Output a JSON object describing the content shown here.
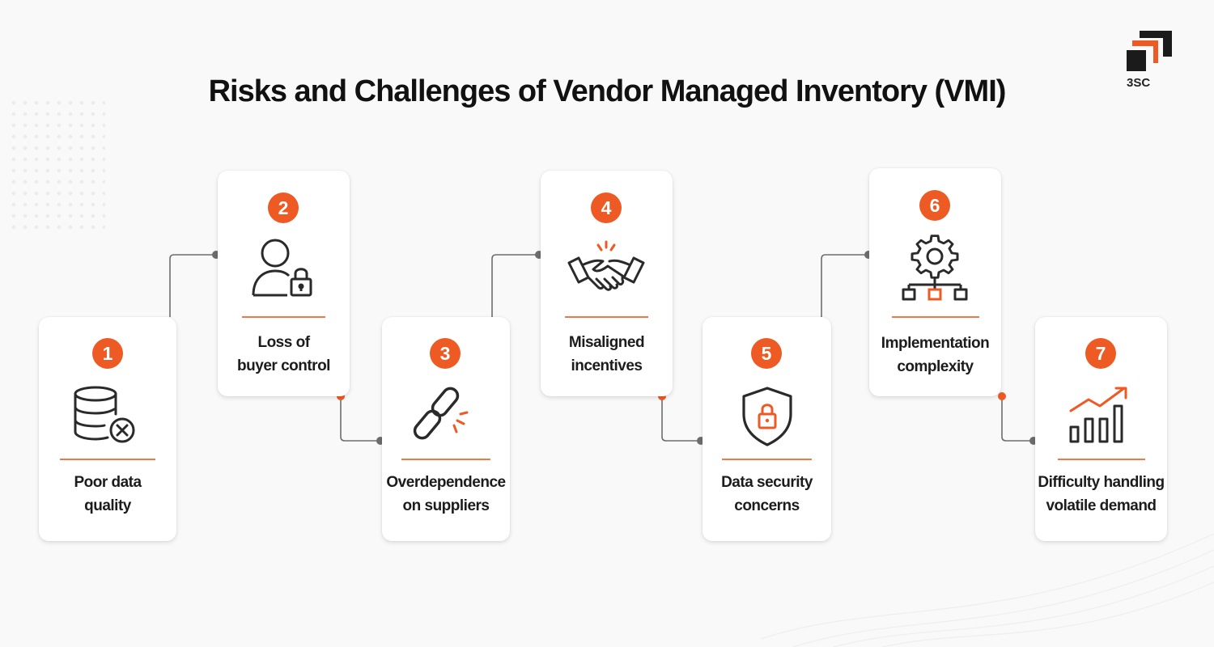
{
  "title": "Risks and Challenges of Vendor Managed Inventory (VMI)",
  "logo": {
    "text": "3SC"
  },
  "colors": {
    "accent": "#ee5a24",
    "icon_stroke": "#2a2a2a",
    "connector": "#6d6d6d"
  },
  "steps": [
    {
      "number": "1",
      "line1": "Poor data",
      "line2": "quality",
      "icon": "database-error-icon"
    },
    {
      "number": "2",
      "line1": "Loss of",
      "line2": "buyer control",
      "icon": "user-lock-icon"
    },
    {
      "number": "3",
      "line1": "Overdependence",
      "line2": "on suppliers",
      "icon": "broken-link-icon"
    },
    {
      "number": "4",
      "line1": "Misaligned",
      "line2": "incentives",
      "icon": "handshake-icon"
    },
    {
      "number": "5",
      "line1": "Data security",
      "line2": "concerns",
      "icon": "shield-lock-icon"
    },
    {
      "number": "6",
      "line1": "Implementation",
      "line2": "complexity",
      "icon": "gear-hierarchy-icon"
    },
    {
      "number": "7",
      "line1": "Difficulty handling",
      "line2": "volatile demand",
      "icon": "rising-chart-icon"
    }
  ]
}
